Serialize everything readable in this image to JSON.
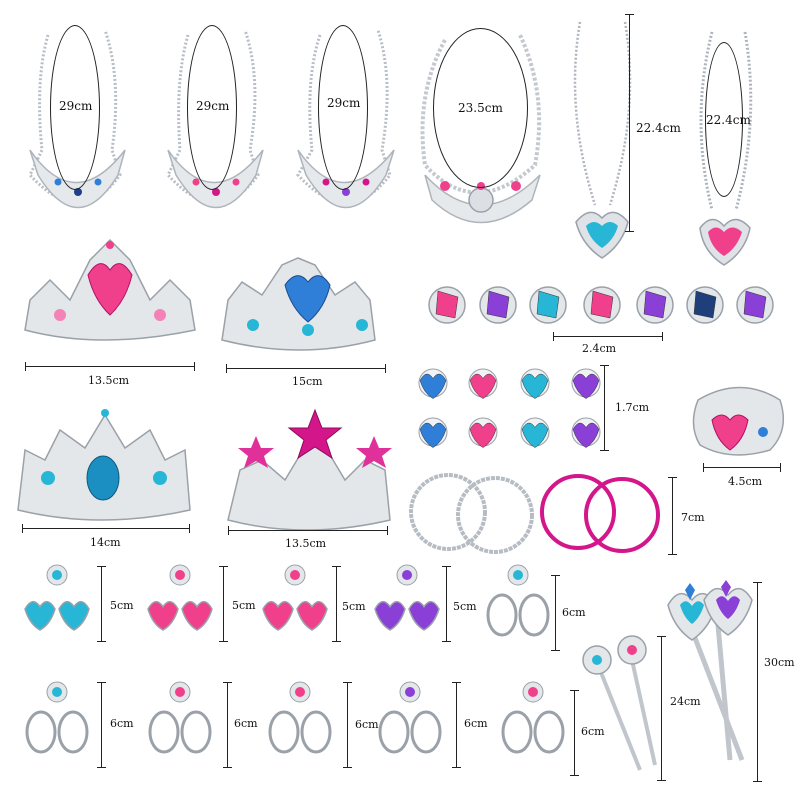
{
  "colors": {
    "silver": "#cfd3d8",
    "silver_dark": "#9aa1a9",
    "pink": "#f0408c",
    "magenta": "#d3168a",
    "blue": "#2f7fd8",
    "cyan": "#27b6d6",
    "purple": "#8a3fd6",
    "navy": "#1f3f7a"
  },
  "necklaces": [
    {
      "label": "29cm",
      "gem": "blue"
    },
    {
      "label": "29cm",
      "gem": "magenta"
    },
    {
      "label": "29cm",
      "gem": "magenta"
    },
    {
      "label": "23.5cm",
      "gem": "pink"
    },
    {
      "label": "22.4cm",
      "gem": "cyan"
    },
    {
      "label": "22.4cm",
      "gem": "pink"
    }
  ],
  "crowns": [
    {
      "label": "13.5cm",
      "gem": "pink"
    },
    {
      "label": "15cm",
      "gem": "blue"
    },
    {
      "label": "14cm",
      "gem": "cyan"
    },
    {
      "label": "13.5cm",
      "gem": "magenta"
    }
  ],
  "rings": {
    "label_large": "2.4cm",
    "label_small": "1.7cm",
    "large": [
      "pink",
      "purple",
      "cyan",
      "pink",
      "purple",
      "navy",
      "purple"
    ],
    "small": [
      "blue",
      "pink",
      "cyan",
      "purple",
      "blue",
      "pink",
      "cyan",
      "purple"
    ]
  },
  "bracelet": {
    "label": "4.5cm",
    "gem": "pink"
  },
  "bangles": {
    "label": "7cm"
  },
  "earrings": [
    {
      "label": "5cm",
      "gem": "cyan"
    },
    {
      "label": "5cm",
      "gem": "pink"
    },
    {
      "label": "5cm",
      "gem": "pink"
    },
    {
      "label": "5cm",
      "gem": "purple"
    },
    {
      "label": "6cm",
      "gem": "cyan"
    },
    {
      "label": "6cm",
      "gem": "cyan"
    },
    {
      "label": "6cm",
      "gem": "pink"
    },
    {
      "label": "6cm",
      "gem": "pink"
    },
    {
      "label": "6cm",
      "gem": "purple"
    },
    {
      "label": "6cm",
      "gem": "pink"
    }
  ],
  "wands": {
    "label_short": "24cm",
    "label_long": "30cm"
  }
}
